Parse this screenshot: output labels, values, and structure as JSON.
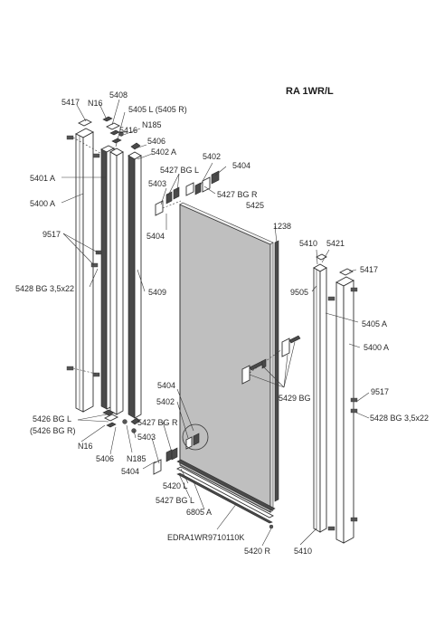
{
  "title": "RA 1WR/L",
  "labels": {
    "l5417a": "5417",
    "lN16a": "N16",
    "l5408": "5408",
    "l5405L": "5405 L (5405 R)",
    "lN185a": "N185",
    "l5416": "5416",
    "l5406a": "5406",
    "l5402Aa": "5402 A",
    "l5402a": "5402",
    "l5404a": "5404",
    "l5427BGLa": "5427 BG L",
    "l5403a": "5403",
    "l5427BGR": "5427 BG R",
    "l5401A": "5401 A",
    "l5400Aa": "5400 A",
    "l5425": "5425",
    "l1238": "1238",
    "l5404b": "5404",
    "l9517a": "9517",
    "l5410a": "5410",
    "l5421": "5421",
    "l5417b": "5417",
    "l5428a": "5428 BG 3,5x22",
    "l5409": "5409",
    "l9505": "9505",
    "l5405A": "5405 A",
    "l5400Ab": "5400 A",
    "l5404c": "5404",
    "l5402b": "5402",
    "l5429BG": "5429 BG",
    "l9517b": "9517",
    "l5426a": "5426 BG L",
    "l5426b": "(5426 BG R)",
    "l5427BGRb": "5427 BG R",
    "l5428b": "5428 BG 3,5x22",
    "l5403b": "5403",
    "lN16b": "N16",
    "l5406b": "5406",
    "lN185b": "N185",
    "l5404d": "5404",
    "l5420L": "5420 L",
    "l5427BGLb": "5427 BG L",
    "l6805A": "6805 A",
    "lEDRA": "EDRA1WR9710110K",
    "l5420R": "5420 R",
    "l5410b": "5410"
  }
}
